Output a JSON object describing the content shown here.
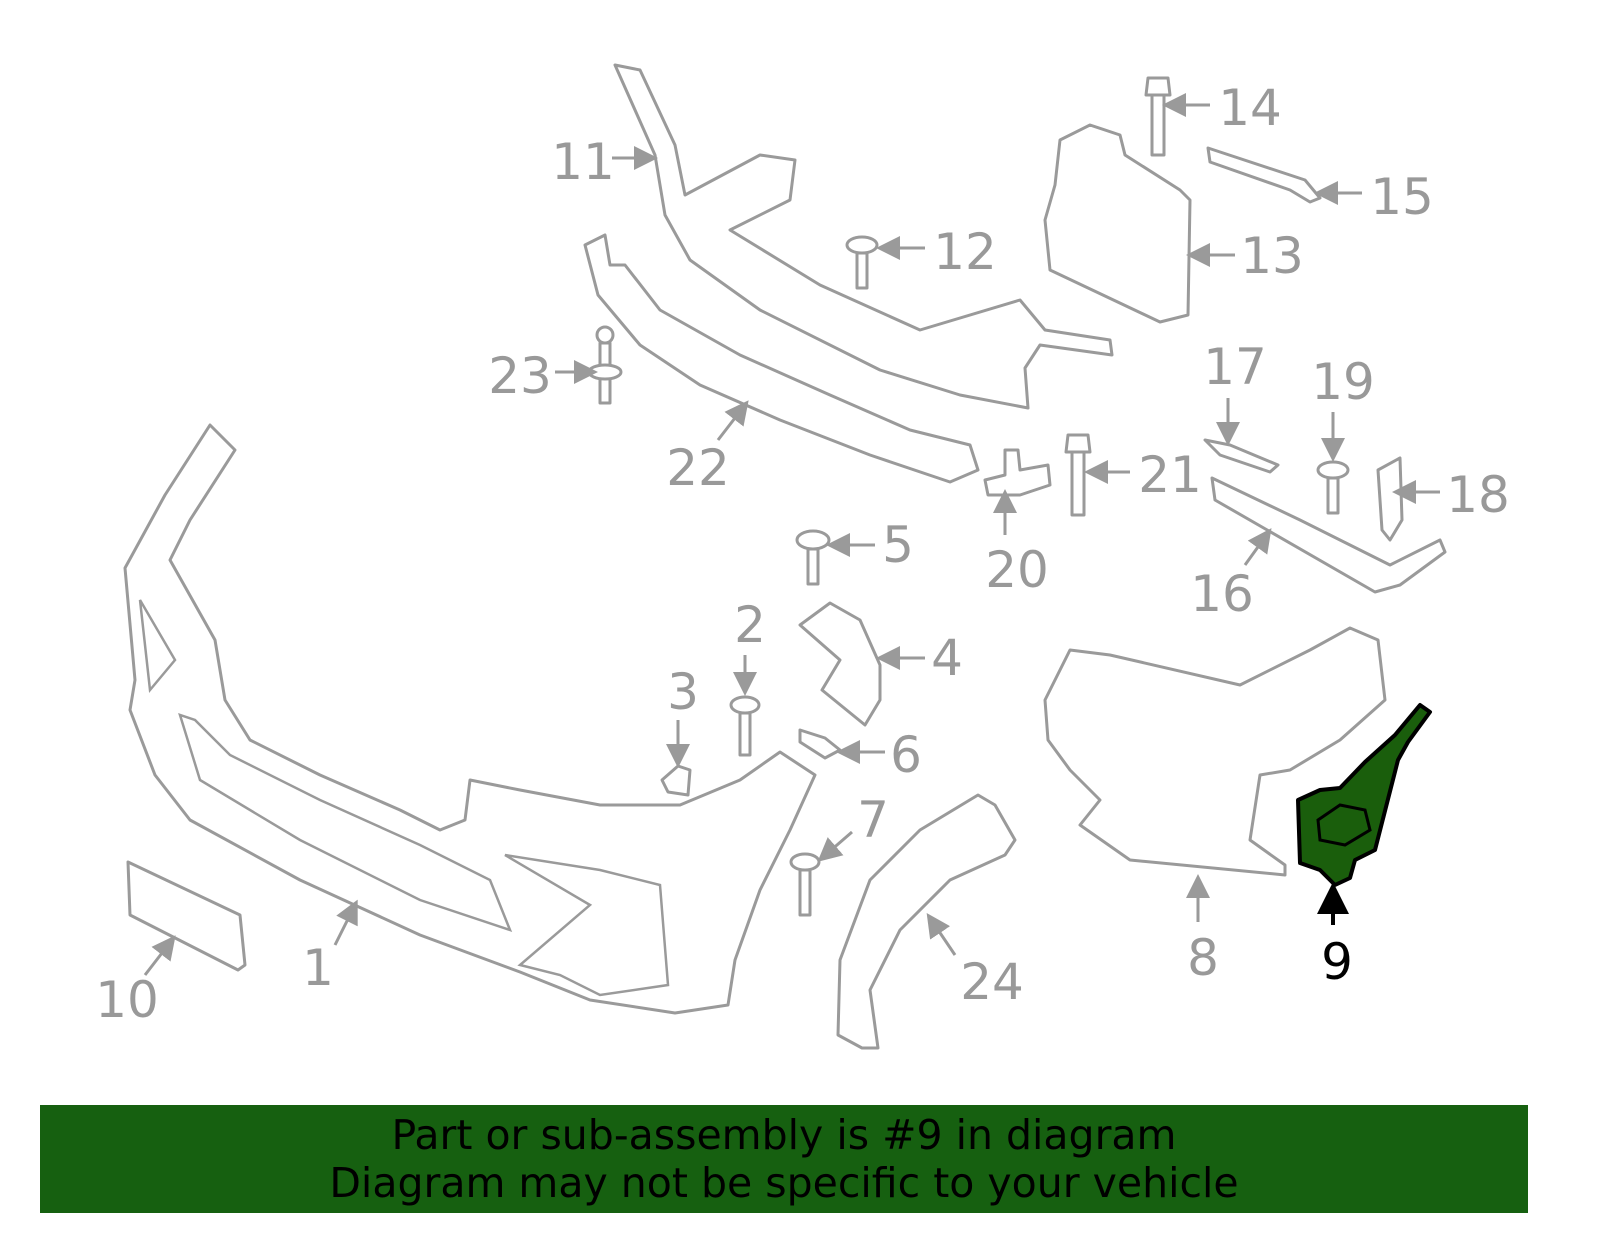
{
  "diagram": {
    "callouts": [
      "1",
      "2",
      "3",
      "4",
      "5",
      "6",
      "7",
      "8",
      "9",
      "10",
      "11",
      "12",
      "13",
      "14",
      "15",
      "16",
      "17",
      "18",
      "19",
      "20",
      "21",
      "22",
      "23",
      "24"
    ],
    "highlighted_part": "9",
    "colors": {
      "highlight": "#1a5e0c",
      "banner": "#166010",
      "lines": "#9a9a9a"
    }
  },
  "banner": {
    "line1": "Part or sub-assembly is #9 in diagram",
    "line2": "Diagram may not be specific to your vehicle"
  }
}
